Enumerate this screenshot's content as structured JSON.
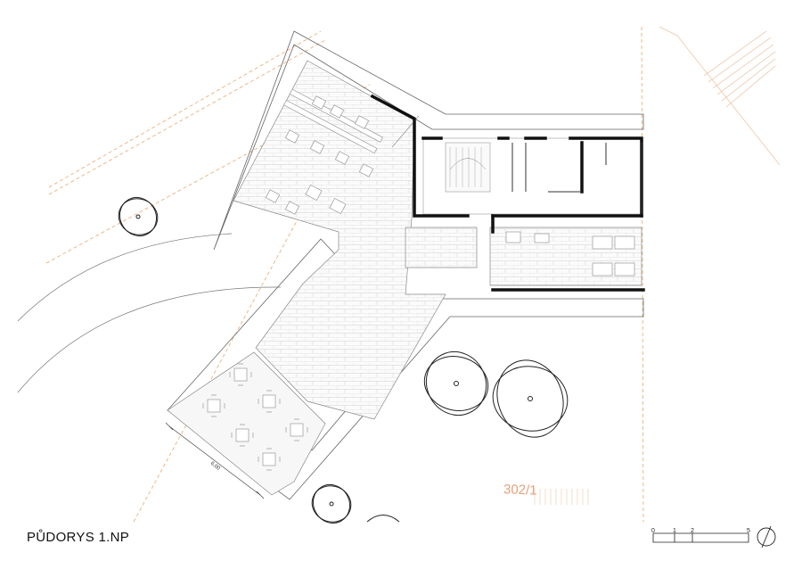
{
  "drawing": {
    "title": "PŮDORYS 1.NP",
    "parcel_number": "302/1",
    "dimension_label": "6,00"
  },
  "scale_bar": {
    "ticks": [
      "0",
      "1",
      "2",
      "5"
    ]
  },
  "colors": {
    "wall": "#111111",
    "line": "#777777",
    "paving": "#c9c9c9",
    "boundary": "#e8a86b",
    "parcel": "#e8a07a"
  },
  "icons": {
    "north_arrow": "north-arrow-icon",
    "trees": "tree-symbol-icon"
  }
}
